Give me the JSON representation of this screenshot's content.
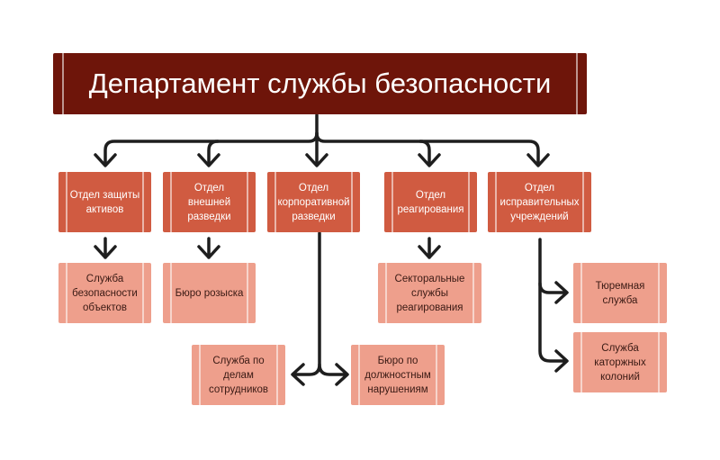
{
  "title": "Департамент службы безопасности",
  "departments": [
    {
      "label": "Отдел защиты активов",
      "children": [
        "Служба безопасности объектов"
      ]
    },
    {
      "label": "Отдел внешней разведки",
      "children": [
        "Бюро розыска"
      ]
    },
    {
      "label": "Отдел корпоративной разведки",
      "children": [
        "Служба по делам сотрудников",
        "Бюро по должностным нарушениям"
      ]
    },
    {
      "label": "Отдел реагирования",
      "children": [
        "Секторальные службы реагирования"
      ]
    },
    {
      "label": "Отдел исправительных учреждений",
      "children": [
        "Тюремная служба",
        "Служба каторжных колоний"
      ]
    }
  ],
  "colors": {
    "root": "#6e150a",
    "department": "#d05b41",
    "unit": "#ee9f8c",
    "connector": "#1e1e1e"
  }
}
